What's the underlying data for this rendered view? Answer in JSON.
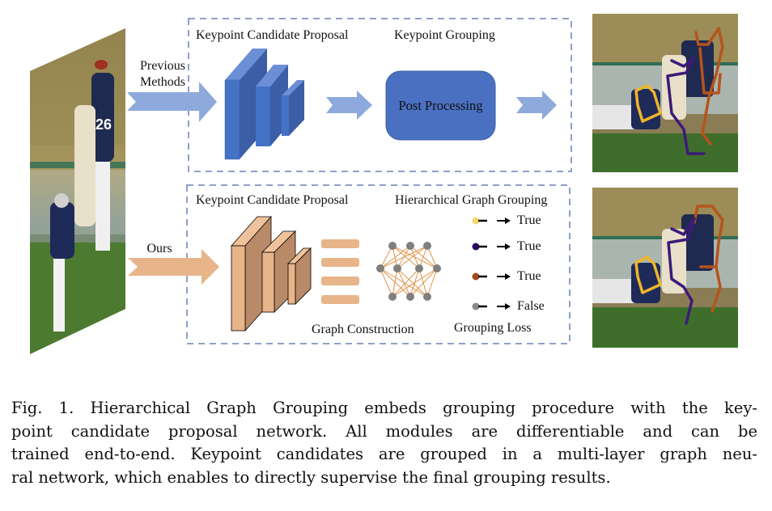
{
  "figure": {
    "input_image": {
      "description": "football players jumping to catch a ball (input photo)"
    },
    "top_pipeline": {
      "arrow_label_line1": "Previous",
      "arrow_label_line2": "Methods",
      "stage1_title": "Keypoint Candidate Proposal",
      "stage2_title": "Keypoint Grouping",
      "post_processing_label": "Post Processing",
      "colors": {
        "cnn_front": "#4472c4",
        "cnn_side": "#3b5ea6",
        "cnn_top": "#6b8fd6",
        "arrow": "#8ea9db",
        "box": "#4a70c2",
        "dashed_border": "#8da0c8"
      },
      "output_image": {
        "description": "pose estimation result with skeletons (previous methods)"
      }
    },
    "bottom_pipeline": {
      "arrow_label": "Ours",
      "stage1_title": "Keypoint Candidate Proposal",
      "stage2_title": "Hierarchical Graph Grouping",
      "graph_construction_label": "Graph Construction",
      "grouping_loss_label": "Grouping Loss",
      "legend": [
        {
          "color": "#f5d76e",
          "label": "True"
        },
        {
          "color": "#2a0a5e",
          "label": "True"
        },
        {
          "color": "#a34a1c",
          "label": "True"
        },
        {
          "color": "#8a8a8a",
          "label": "False"
        }
      ],
      "colors": {
        "cnn_front": "#e8b48a",
        "cnn_side": "#c09070",
        "cnn_top": "#f0c29c",
        "arrow": "#e8b48a",
        "feature_bar": "#e8b48a",
        "graph_edge": "#e0944a",
        "graph_node": "#7f7f7f"
      },
      "output_image": {
        "description": "pose estimation result with skeletons (ours)"
      }
    },
    "skeleton_colors": {
      "person1": "#f0b429",
      "person2": "#3d1a78",
      "person3": "#b5541c"
    }
  },
  "caption": {
    "lines": [
      "Fig. 1. Hierarchical Graph Grouping embeds grouping procedure with the key-",
      "point candidate proposal network. All modules are differentiable and can be",
      "trained end-to-end. Keypoint candidates are grouped in a multi-layer graph neu-",
      "ral network, which enables to directly supervise the final grouping results."
    ]
  }
}
